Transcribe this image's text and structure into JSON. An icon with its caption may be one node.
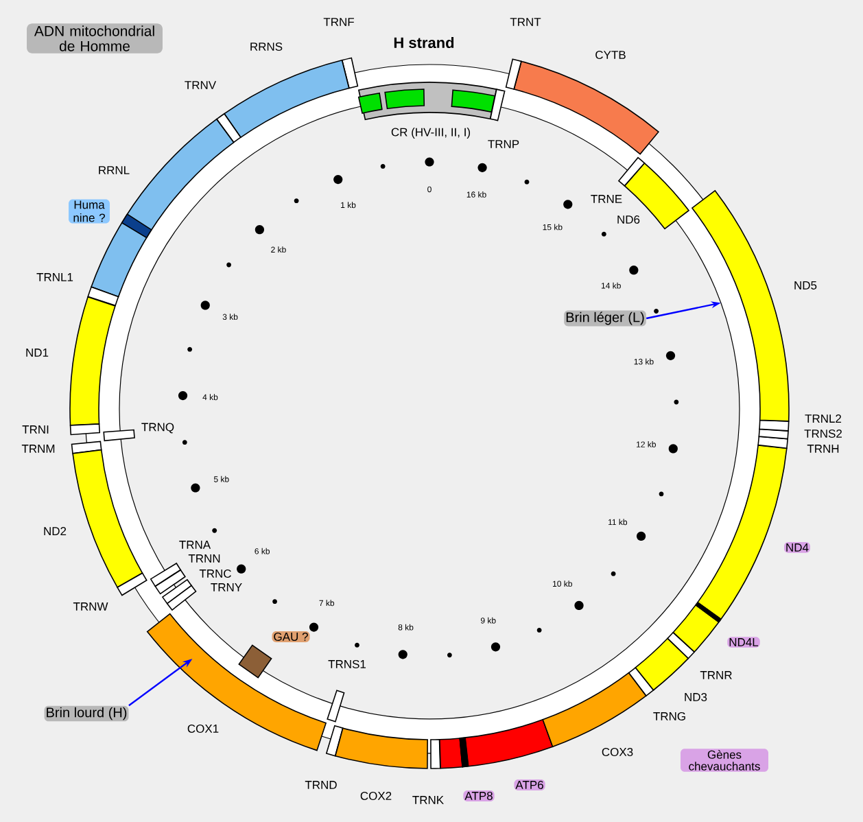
{
  "diagram": {
    "title": "ADN mitochondrial de Homme",
    "nodes": [
      {
        "text": [
          "CR (HV-III, II, I)"
        ]
      },
      {
        "text": [],
        "shape": "box",
        "in": 0
      },
      {
        "text": [],
        "shape": "box",
        "in": 0
      },
      {
        "text": [],
        "shape": "box",
        "in": 0
      },
      {
        "text": [
          "TRNF"
        ]
      },
      {
        "text": [
          "RRNS"
        ]
      },
      {
        "text": [
          "TRNV"
        ]
      },
      {
        "text": [
          "RRNL"
        ]
      },
      {
        "text": [
          "Huma nine ?"
        ]
      },
      {
        "text": [
          "TRNL1"
        ]
      },
      {
        "text": [
          "ND1"
        ]
      },
      {
        "text": [
          "TRNI"
        ]
      },
      {
        "text": [
          "TRNQ"
        ]
      },
      {
        "text": [
          "TRNM"
        ]
      },
      {
        "text": [
          "ND2"
        ]
      },
      {
        "text": [
          "TRNW"
        ]
      },
      {
        "text": [
          "TRNA"
        ]
      },
      {
        "text": [
          "TRNN"
        ]
      },
      {
        "text": [
          "TRNC"
        ]
      },
      {
        "text": [
          "TRNY"
        ]
      },
      {
        "text": [
          "COX1"
        ]
      },
      {
        "text": [
          "GAU ?"
        ]
      },
      {
        "text": [
          "TRNS1"
        ]
      },
      {
        "text": [
          "TRND"
        ]
      },
      {
        "text": [
          "COX2"
        ]
      },
      {
        "text": [
          "TRNK"
        ]
      },
      {
        "text": [
          "ATP8"
        ]
      },
      {
        "text": [
          "ATP6"
        ]
      },
      {
        "text": [
          "COX3"
        ]
      },
      {
        "text": [
          "TRNG"
        ]
      },
      {
        "text": [
          "ND3"
        ]
      },
      {
        "text": [
          "TRNR"
        ]
      },
      {
        "text": [
          "ND4L"
        ]
      },
      {
        "text": [
          "ND4"
        ]
      },
      {
        "text": [
          "TRNH"
        ]
      },
      {
        "text": [
          "TRNS2"
        ]
      },
      {
        "text": [
          "TRNL2"
        ]
      },
      {
        "text": [
          "ND5"
        ]
      },
      {
        "text": [
          "ND6"
        ]
      },
      {
        "text": [
          "TRNE"
        ]
      },
      {
        "text": [
          "CYTB"
        ]
      },
      {
        "text": [
          "TRNT"
        ]
      },
      {
        "text": [
          "TRNP"
        ]
      },
      {
        "text": [
          "Brin léger (L)"
        ]
      },
      {
        "text": [
          "Brin lourd (H)"
        ]
      }
    ],
    "edges": [
      {
        "from": 43,
        "to": null,
        "arrow": "to"
      },
      {
        "from": 44,
        "to": 20,
        "arrow": "to"
      }
    ],
    "labels": [
      "H strand",
      "0",
      "1 kb",
      "2 kb",
      "3 kb",
      "4 kb",
      "5 kb",
      "6 kb",
      "7 kb",
      "8 kb",
      "9 kb",
      "10 kb",
      "11 kb",
      "12 kb",
      "13 kb",
      "14 kb",
      "15 kb",
      "16 kb",
      "Gènes chevauchants"
    ]
  }
}
